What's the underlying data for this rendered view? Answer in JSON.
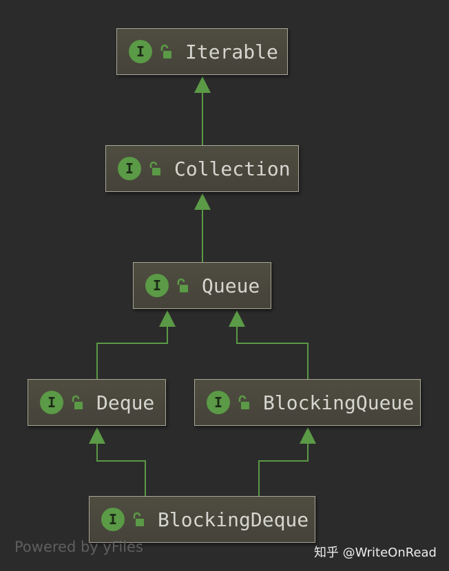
{
  "diagram": {
    "badge_letter": "I",
    "badge_icon": "interface-icon",
    "lock_icon": "unlocked-padlock-icon",
    "colors": {
      "background": "#2b2b2b",
      "node_fill": "#4a483d",
      "node_border": "#a7a797",
      "edge": "#5b9a46",
      "badge": "#5b9a46",
      "label": "#d6d6d0"
    },
    "nodes": [
      {
        "id": "iterable",
        "label": "Iterable"
      },
      {
        "id": "collection",
        "label": "Collection"
      },
      {
        "id": "queue",
        "label": "Queue"
      },
      {
        "id": "deque",
        "label": "Deque"
      },
      {
        "id": "blockingqueue",
        "label": "BlockingQueue"
      },
      {
        "id": "blockingdeque",
        "label": "BlockingDeque"
      }
    ],
    "edges": [
      {
        "from": "collection",
        "to": "iterable"
      },
      {
        "from": "queue",
        "to": "collection"
      },
      {
        "from": "deque",
        "to": "queue"
      },
      {
        "from": "blockingqueue",
        "to": "queue"
      },
      {
        "from": "blockingdeque",
        "to": "deque"
      },
      {
        "from": "blockingdeque",
        "to": "blockingqueue"
      }
    ]
  },
  "footer": {
    "powered_by": "Powered by yFiles",
    "watermark": "知乎 @WriteOnRead"
  }
}
